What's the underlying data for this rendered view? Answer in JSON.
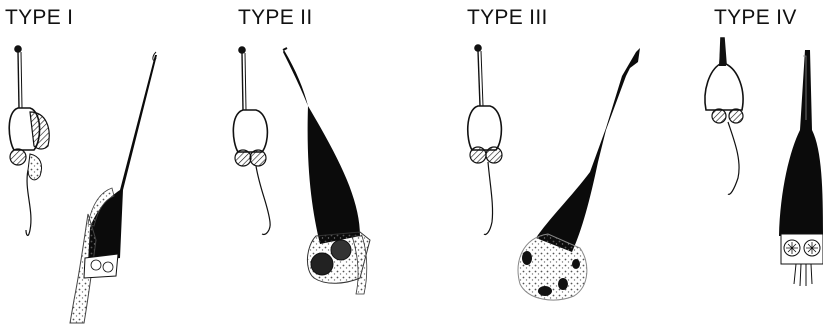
{
  "panels": [
    {
      "label": "TYPE I"
    },
    {
      "label": "TYPE II"
    },
    {
      "label": "TYPE III"
    },
    {
      "label": "TYPE IV"
    }
  ],
  "colors": {
    "ink": "#111111",
    "background": "#ffffff",
    "cell_fill": "#0b0b0b",
    "stipple": "#bdbdbd"
  }
}
